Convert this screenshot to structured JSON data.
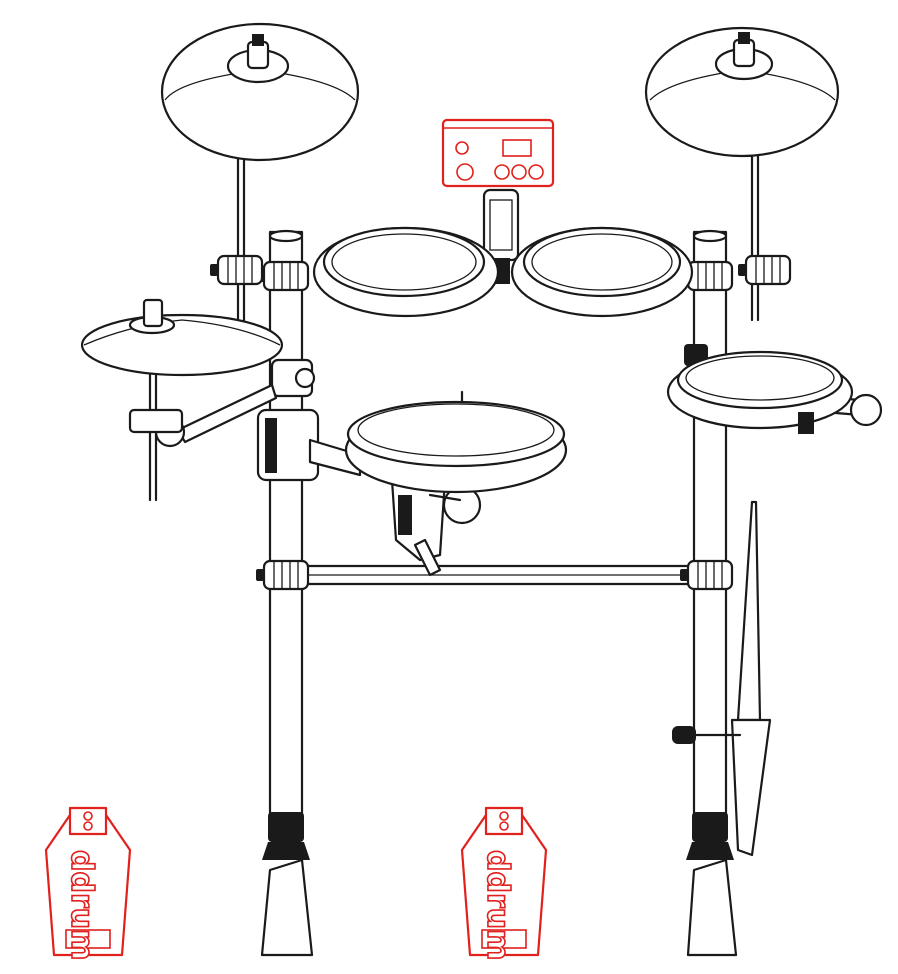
{
  "diagram": {
    "colors": {
      "line": "#1a1a1a",
      "accent": "#e0211d",
      "background": "#ffffff"
    },
    "components": [
      "crash-cymbal",
      "ride-cymbal",
      "hihat-cymbal",
      "drum-module",
      "tom-pad-1",
      "tom-pad-2",
      "floor-tom-pad",
      "snare-pad",
      "rack-frame",
      "kick-pedal-tower",
      "hihat-controller-pedal",
      "kick-pedal",
      "drumstick"
    ],
    "pedals": {
      "left_brand": "ddrum",
      "right_brand": "ddrum"
    }
  }
}
